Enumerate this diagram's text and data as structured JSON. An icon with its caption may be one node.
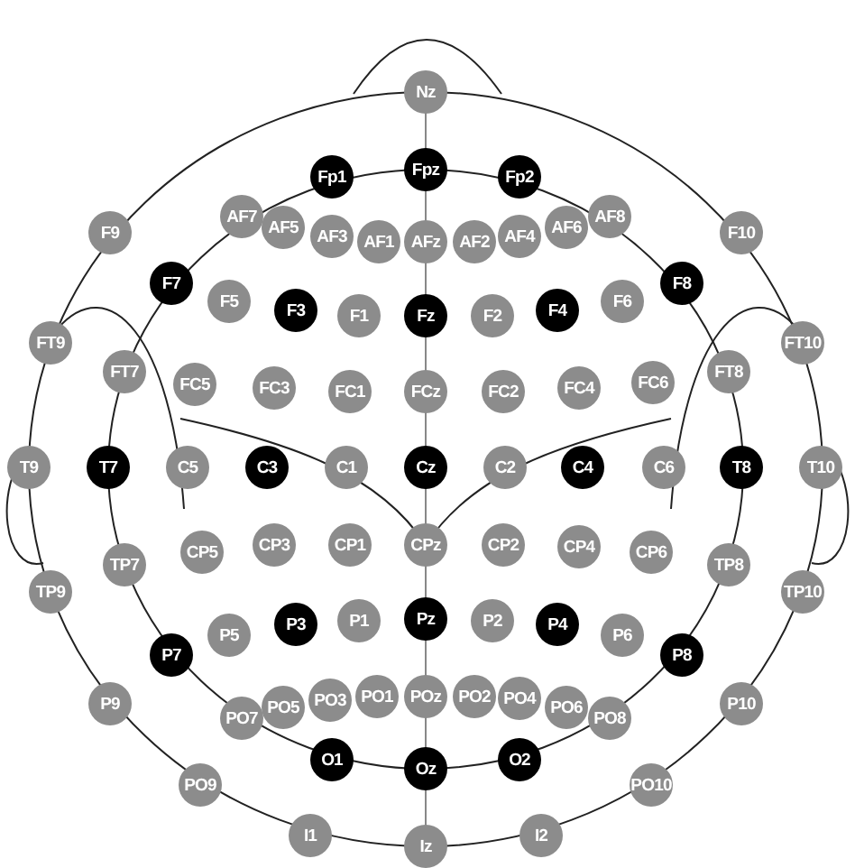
{
  "diagram": {
    "nodes": [
      {
        "text": [
          "Nz"
        ]
      },
      {
        "text": [
          "Fp1"
        ]
      },
      {
        "text": [
          "Fpz"
        ]
      },
      {
        "text": [
          "Fp2"
        ]
      },
      {
        "text": [
          "F9"
        ]
      },
      {
        "text": [
          "AF7"
        ]
      },
      {
        "text": [
          "AF5"
        ]
      },
      {
        "text": [
          "AF3"
        ]
      },
      {
        "text": [
          "AF1"
        ]
      },
      {
        "text": [
          "AFz"
        ]
      },
      {
        "text": [
          "AF2"
        ]
      },
      {
        "text": [
          "AF4"
        ]
      },
      {
        "text": [
          "AF6"
        ]
      },
      {
        "text": [
          "AF8"
        ]
      },
      {
        "text": [
          "F10"
        ]
      },
      {
        "text": [
          "F7"
        ]
      },
      {
        "text": [
          "F5"
        ]
      },
      {
        "text": [
          "F3"
        ]
      },
      {
        "text": [
          "F1"
        ]
      },
      {
        "text": [
          "Fz"
        ]
      },
      {
        "text": [
          "F2"
        ]
      },
      {
        "text": [
          "F4"
        ]
      },
      {
        "text": [
          "F6"
        ]
      },
      {
        "text": [
          "F8"
        ]
      },
      {
        "text": [
          "FT9"
        ]
      },
      {
        "text": [
          "FT7"
        ]
      },
      {
        "text": [
          "FC5"
        ]
      },
      {
        "text": [
          "FC3"
        ]
      },
      {
        "text": [
          "FC1"
        ]
      },
      {
        "text": [
          "FCz"
        ]
      },
      {
        "text": [
          "FC2"
        ]
      },
      {
        "text": [
          "FC4"
        ]
      },
      {
        "text": [
          "FC6"
        ]
      },
      {
        "text": [
          "FT8"
        ]
      },
      {
        "text": [
          "FT10"
        ]
      },
      {
        "text": [
          "T9"
        ]
      },
      {
        "text": [
          "T7"
        ]
      },
      {
        "text": [
          "C5"
        ]
      },
      {
        "text": [
          "C3"
        ]
      },
      {
        "text": [
          "C1"
        ]
      },
      {
        "text": [
          "Cz"
        ]
      },
      {
        "text": [
          "C2"
        ]
      },
      {
        "text": [
          "C4"
        ]
      },
      {
        "text": [
          "C6"
        ]
      },
      {
        "text": [
          "T8"
        ]
      },
      {
        "text": [
          "T10"
        ]
      },
      {
        "text": [
          "TP9"
        ]
      },
      {
        "text": [
          "TP7"
        ]
      },
      {
        "text": [
          "CP5"
        ]
      },
      {
        "text": [
          "CP3"
        ]
      },
      {
        "text": [
          "CP1"
        ]
      },
      {
        "text": [
          "CPz"
        ]
      },
      {
        "text": [
          "CP2"
        ]
      },
      {
        "text": [
          "CP4"
        ]
      },
      {
        "text": [
          "CP6"
        ]
      },
      {
        "text": [
          "TP8"
        ]
      },
      {
        "text": [
          "TP10"
        ]
      },
      {
        "text": [
          "P7"
        ]
      },
      {
        "text": [
          "P5"
        ]
      },
      {
        "text": [
          "P3"
        ]
      },
      {
        "text": [
          "P1"
        ]
      },
      {
        "text": [
          "Pz"
        ]
      },
      {
        "text": [
          "P2"
        ]
      },
      {
        "text": [
          "P4"
        ]
      },
      {
        "text": [
          "P6"
        ]
      },
      {
        "text": [
          "P8"
        ]
      },
      {
        "text": [
          "P9"
        ]
      },
      {
        "text": [
          "PO7"
        ]
      },
      {
        "text": [
          "PO5"
        ]
      },
      {
        "text": [
          "PO3"
        ]
      },
      {
        "text": [
          "PO1"
        ]
      },
      {
        "text": [
          "POz"
        ]
      },
      {
        "text": [
          "PO2"
        ]
      },
      {
        "text": [
          "PO4"
        ]
      },
      {
        "text": [
          "PO6"
        ]
      },
      {
        "text": [
          "PO8"
        ]
      },
      {
        "text": [
          "P10"
        ]
      },
      {
        "text": [
          "O1"
        ]
      },
      {
        "text": [
          "Oz"
        ]
      },
      {
        "text": [
          "O2"
        ]
      },
      {
        "text": [
          "PO9"
        ]
      },
      {
        "text": [
          "PO10"
        ]
      },
      {
        "text": [
          "I1"
        ]
      },
      {
        "text": [
          "Iz"
        ]
      },
      {
        "text": [
          "I2"
        ]
      }
    ]
  }
}
